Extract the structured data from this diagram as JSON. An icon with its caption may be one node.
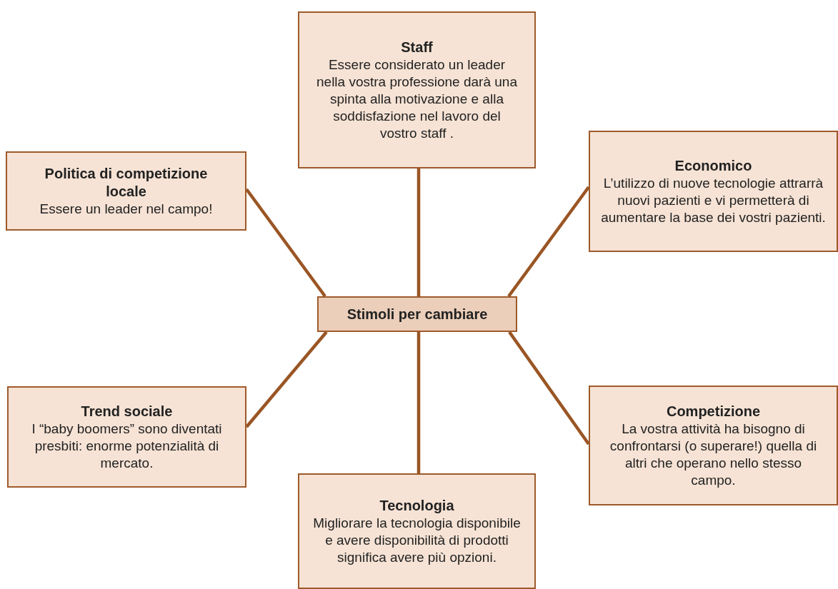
{
  "diagram": {
    "nodes": [
      {
        "text": [
          "Stimoli per cambiare"
        ]
      },
      {
        "text": [
          "Staff",
          "Essere considerato un leader nella vostra professione darà una spinta alla motivazione e alla soddisfazione nel lavoro del vostro staff ."
        ]
      },
      {
        "text": [
          "Economico",
          "L’utilizzo di nuove tecnologie attrarrà nuovi pazienti e vi permetterà di aumentare la base dei vostri pazienti."
        ]
      },
      {
        "text": [
          "Politica di competizione locale",
          "Essere un leader nel campo!"
        ]
      },
      {
        "text": [
          "Trend sociale",
          "I “baby boomers” sono diventati presbiti: enorme potenzialità di mercato."
        ]
      },
      {
        "text": [
          "Competizione",
          "La vostra attività ha bisogno di confrontarsi (o superare!) quella di altri che operano nello stesso campo."
        ]
      },
      {
        "text": [
          "Tecnologia",
          "Migliorare la tecnologia disponibile e avere disponibilità di prodotti significa avere più opzioni."
        ]
      }
    ],
    "edges": [
      {
        "from": 0,
        "to": 1,
        "arrow": "none"
      },
      {
        "from": 0,
        "to": 2,
        "arrow": "none"
      },
      {
        "from": 0,
        "to": 3,
        "arrow": "none"
      },
      {
        "from": 0,
        "to": 4,
        "arrow": "none"
      },
      {
        "from": 0,
        "to": 5,
        "arrow": "none"
      },
      {
        "from": 0,
        "to": 6,
        "arrow": "none"
      }
    ]
  }
}
